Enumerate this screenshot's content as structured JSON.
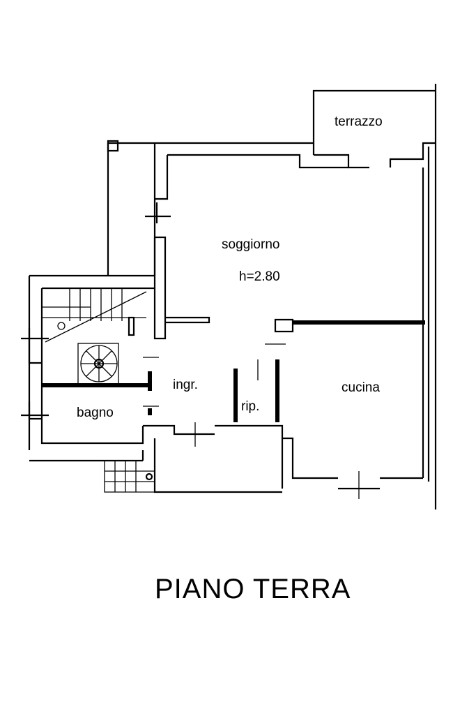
{
  "plan": {
    "title": "PIANO TERRA",
    "rooms": {
      "terrazzo": "terrazzo",
      "soggiorno": "soggiorno",
      "height": "h=2.80",
      "ingresso": "ingr.",
      "ripostiglio": "rip.",
      "cucina": "cucina",
      "bagno": "bagno"
    }
  }
}
